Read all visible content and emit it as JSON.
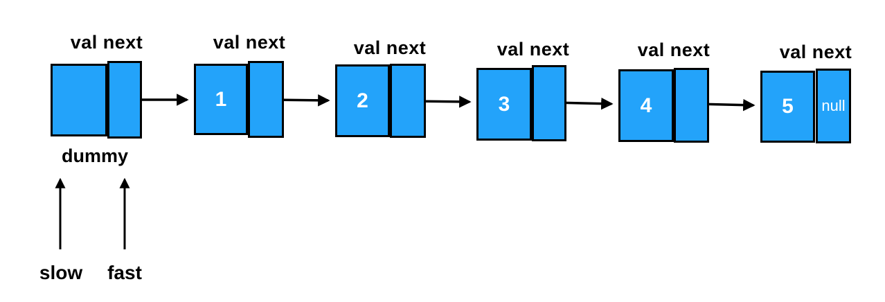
{
  "diagram": {
    "type": "linked-list",
    "cell_header": "val next",
    "nodes": [
      {
        "id": "dummy",
        "label": "val next",
        "val": "",
        "next": ""
      },
      {
        "id": "node-1",
        "label": "val next",
        "val": "1",
        "next": ""
      },
      {
        "id": "node-2",
        "label": "val next",
        "val": "2",
        "next": ""
      },
      {
        "id": "node-3",
        "label": "val next",
        "val": "3",
        "next": ""
      },
      {
        "id": "node-4",
        "label": "val next",
        "val": "4",
        "next": ""
      },
      {
        "id": "node-5",
        "label": "val next",
        "val": "5",
        "next": "null"
      }
    ],
    "pointers": {
      "dummy_label": "dummy",
      "slow_label": "slow",
      "fast_label": "fast"
    },
    "colors": {
      "node_fill": "#23A3FA",
      "node_border": "#000000",
      "arrow": "#000000",
      "value_text": "#FFFFFF",
      "label_text": "#000000",
      "background": "#FFFFFF"
    }
  }
}
